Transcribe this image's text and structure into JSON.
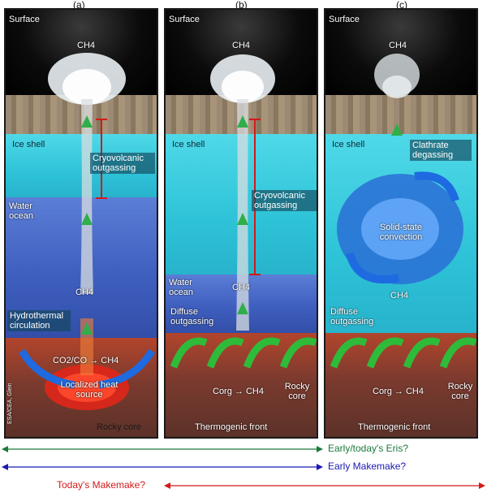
{
  "panels": [
    {
      "id": "a",
      "label": "(a)",
      "surface": "Surface",
      "ch4_top": "CH4",
      "ice_shell": "Ice shell",
      "cryo": "Cryovolcanic outgassing",
      "water_ocean": "Water ocean",
      "ch4_mid": "CH4",
      "hydrothermal": "Hydrothermal circulation",
      "reaction": "CO2/CO → CH4",
      "heat": "Localized heat source",
      "core": "Rocky core",
      "credit": "ESA/CEA, Glein"
    },
    {
      "id": "b",
      "label": "(b)",
      "surface": "Surface",
      "ch4_top": "CH4",
      "ice_shell": "Ice shell",
      "cryo": "Cryovolcanic outgassing",
      "water_ocean": "Water ocean",
      "ch4_mid": "CH4",
      "diffuse": "Diffuse outgassing",
      "reaction": "Corg → CH4",
      "core": "Rocky core",
      "front": "Thermogenic front"
    },
    {
      "id": "c",
      "label": "(c)",
      "surface": "Surface",
      "ch4_top": "CH4",
      "ice_shell": "Ice shell",
      "clathrate": "Clathrate degassing",
      "convection": "Solid-state convection",
      "ch4_mid": "CH4",
      "diffuse": "Diffuse outgassing",
      "reaction": "Corg → CH4",
      "core": "Rocky core",
      "front": "Thermogenic front"
    }
  ],
  "ranges": [
    {
      "label": "Early/today's Eris?",
      "color": "#1a7a3a"
    },
    {
      "label": "Early Makemake?",
      "color": "#1a1ab0"
    },
    {
      "label": "Today's Makemake?",
      "color": "#d21a1a"
    }
  ]
}
